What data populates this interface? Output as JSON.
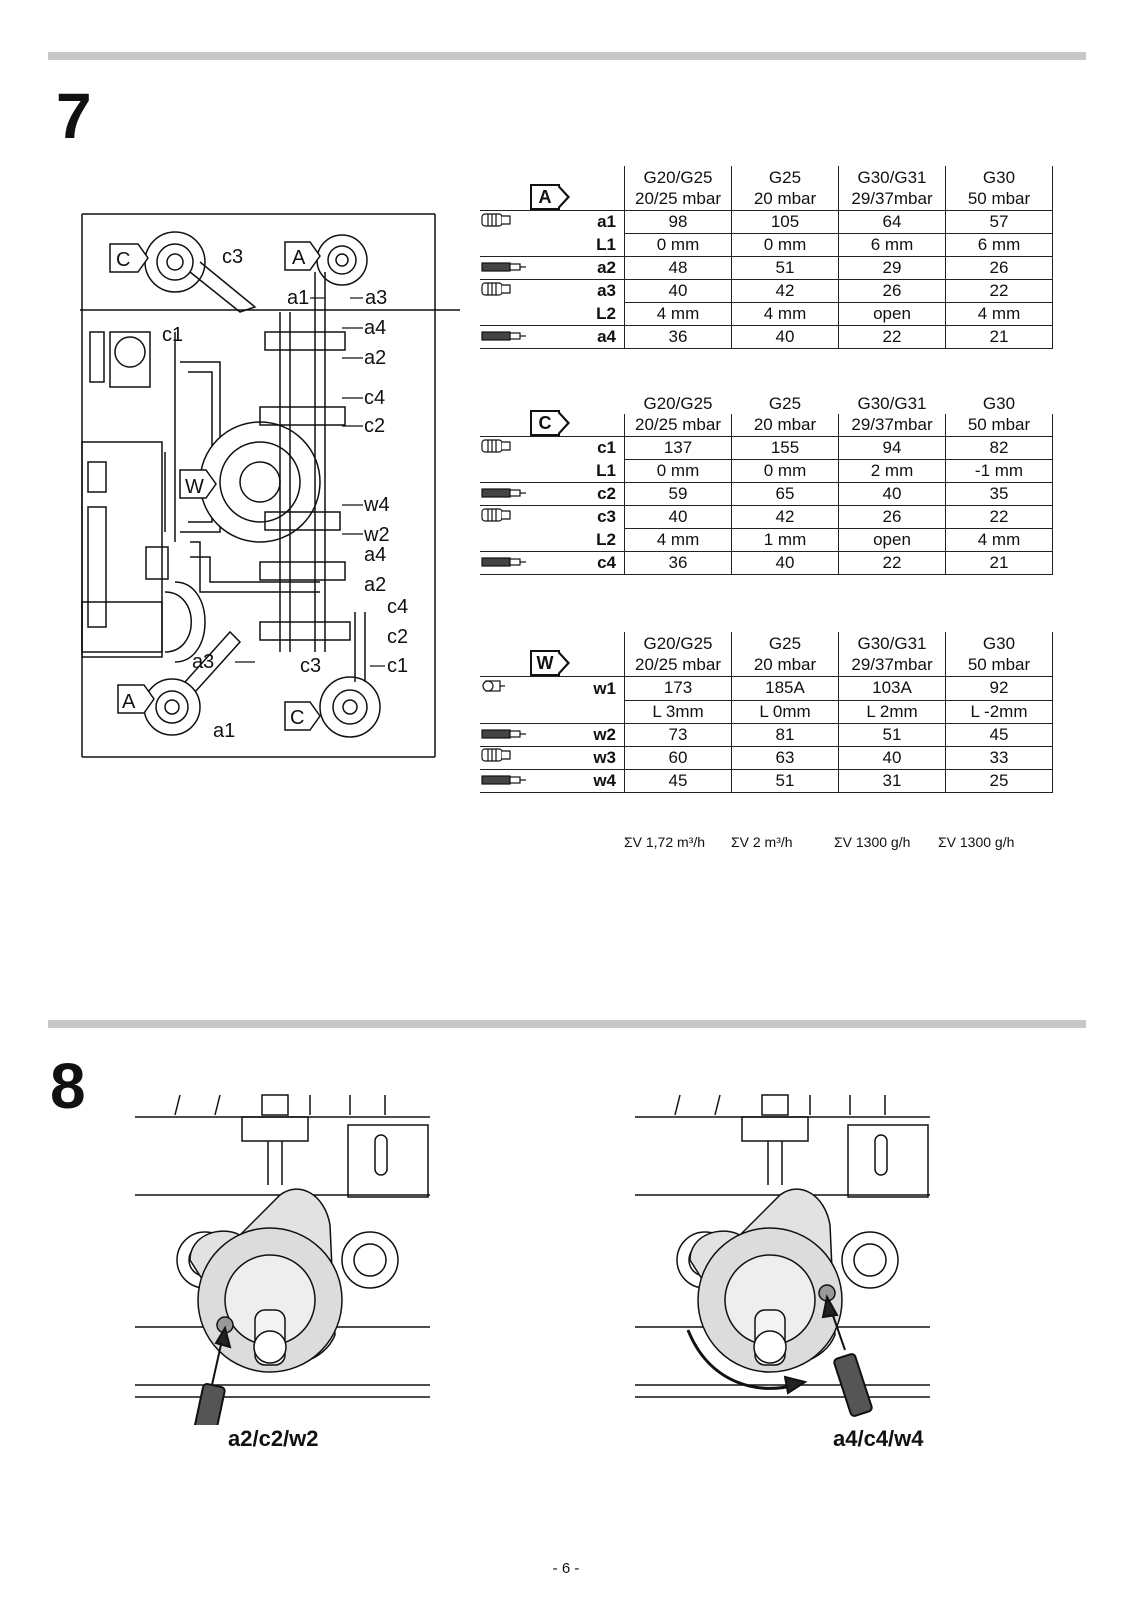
{
  "section7": {
    "number": "7"
  },
  "section8": {
    "number": "8"
  },
  "diagram_labels": {
    "C": "C",
    "c3": "c3",
    "A": "A",
    "a1": "a1",
    "a3": "a3",
    "c1": "c1",
    "a4": "a4",
    "a2": "a2",
    "c4": "c4",
    "c2": "c2",
    "W": "W",
    "w4": "w4",
    "w2": "w2",
    "a4b": "a4",
    "a2b": "a2",
    "c4b": "c4",
    "c2b": "c2",
    "a3b": "a3",
    "c3b": "c3",
    "c1b": "c1",
    "Ab": "A",
    "Cb": "C",
    "a1b": "a1"
  },
  "table_header": {
    "col1_l1": "G20/G25",
    "col1_l2": "20/25 mbar",
    "col2_l1": "G25",
    "col2_l2": "20 mbar",
    "col3_l1": "G30/G31",
    "col3_l2": "29/37mbar",
    "col4_l1": "G30",
    "col4_l2": "50 mbar"
  },
  "table_A": {
    "badge": "A",
    "rows": [
      {
        "key": "a1",
        "v": [
          "98",
          "105",
          "64",
          "57"
        ]
      },
      {
        "key": "L1",
        "v": [
          "0 mm",
          "0 mm",
          "6 mm",
          "6 mm"
        ]
      },
      {
        "key": "a2",
        "v": [
          "48",
          "51",
          "29",
          "26"
        ]
      },
      {
        "key": "a3",
        "v": [
          "40",
          "42",
          "26",
          "22"
        ]
      },
      {
        "key": "L2",
        "v": [
          "4 mm",
          "4 mm",
          "open",
          "4 mm"
        ]
      },
      {
        "key": "a4",
        "v": [
          "36",
          "40",
          "22",
          "21"
        ]
      }
    ]
  },
  "table_C": {
    "badge": "C",
    "rows": [
      {
        "key": "c1",
        "v": [
          "137",
          "155",
          "94",
          "82"
        ]
      },
      {
        "key": "L1",
        "v": [
          "0 mm",
          "0 mm",
          "2 mm",
          "-1 mm"
        ]
      },
      {
        "key": "c2",
        "v": [
          "59",
          "65",
          "40",
          "35"
        ]
      },
      {
        "key": "c3",
        "v": [
          "40",
          "42",
          "26",
          "22"
        ]
      },
      {
        "key": "L2",
        "v": [
          "4 mm",
          "1 mm",
          "open",
          "4 mm"
        ]
      },
      {
        "key": "c4",
        "v": [
          "36",
          "40",
          "22",
          "21"
        ]
      }
    ]
  },
  "table_W": {
    "badge": "W",
    "rows": [
      {
        "key": "w1",
        "v": [
          "173",
          "185A",
          "103A",
          "92"
        ]
      },
      {
        "key": "",
        "v": [
          "L 3mm",
          "L 0mm",
          "L 2mm",
          "L -2mm"
        ]
      },
      {
        "key": "w2",
        "v": [
          "73",
          "81",
          "51",
          "45"
        ]
      },
      {
        "key": "w3",
        "v": [
          "60",
          "63",
          "40",
          "33"
        ]
      },
      {
        "key": "w4",
        "v": [
          "45",
          "51",
          "31",
          "25"
        ]
      }
    ]
  },
  "sums": [
    "ΣV 1,72 m³/h",
    "ΣV 2 m³/h",
    "ΣV 1300 g/h",
    "ΣV 1300 g/h"
  ],
  "captions": {
    "left": "a2/c2/w2",
    "right": "a4/c4/w4"
  },
  "page_number": "- 6 -"
}
